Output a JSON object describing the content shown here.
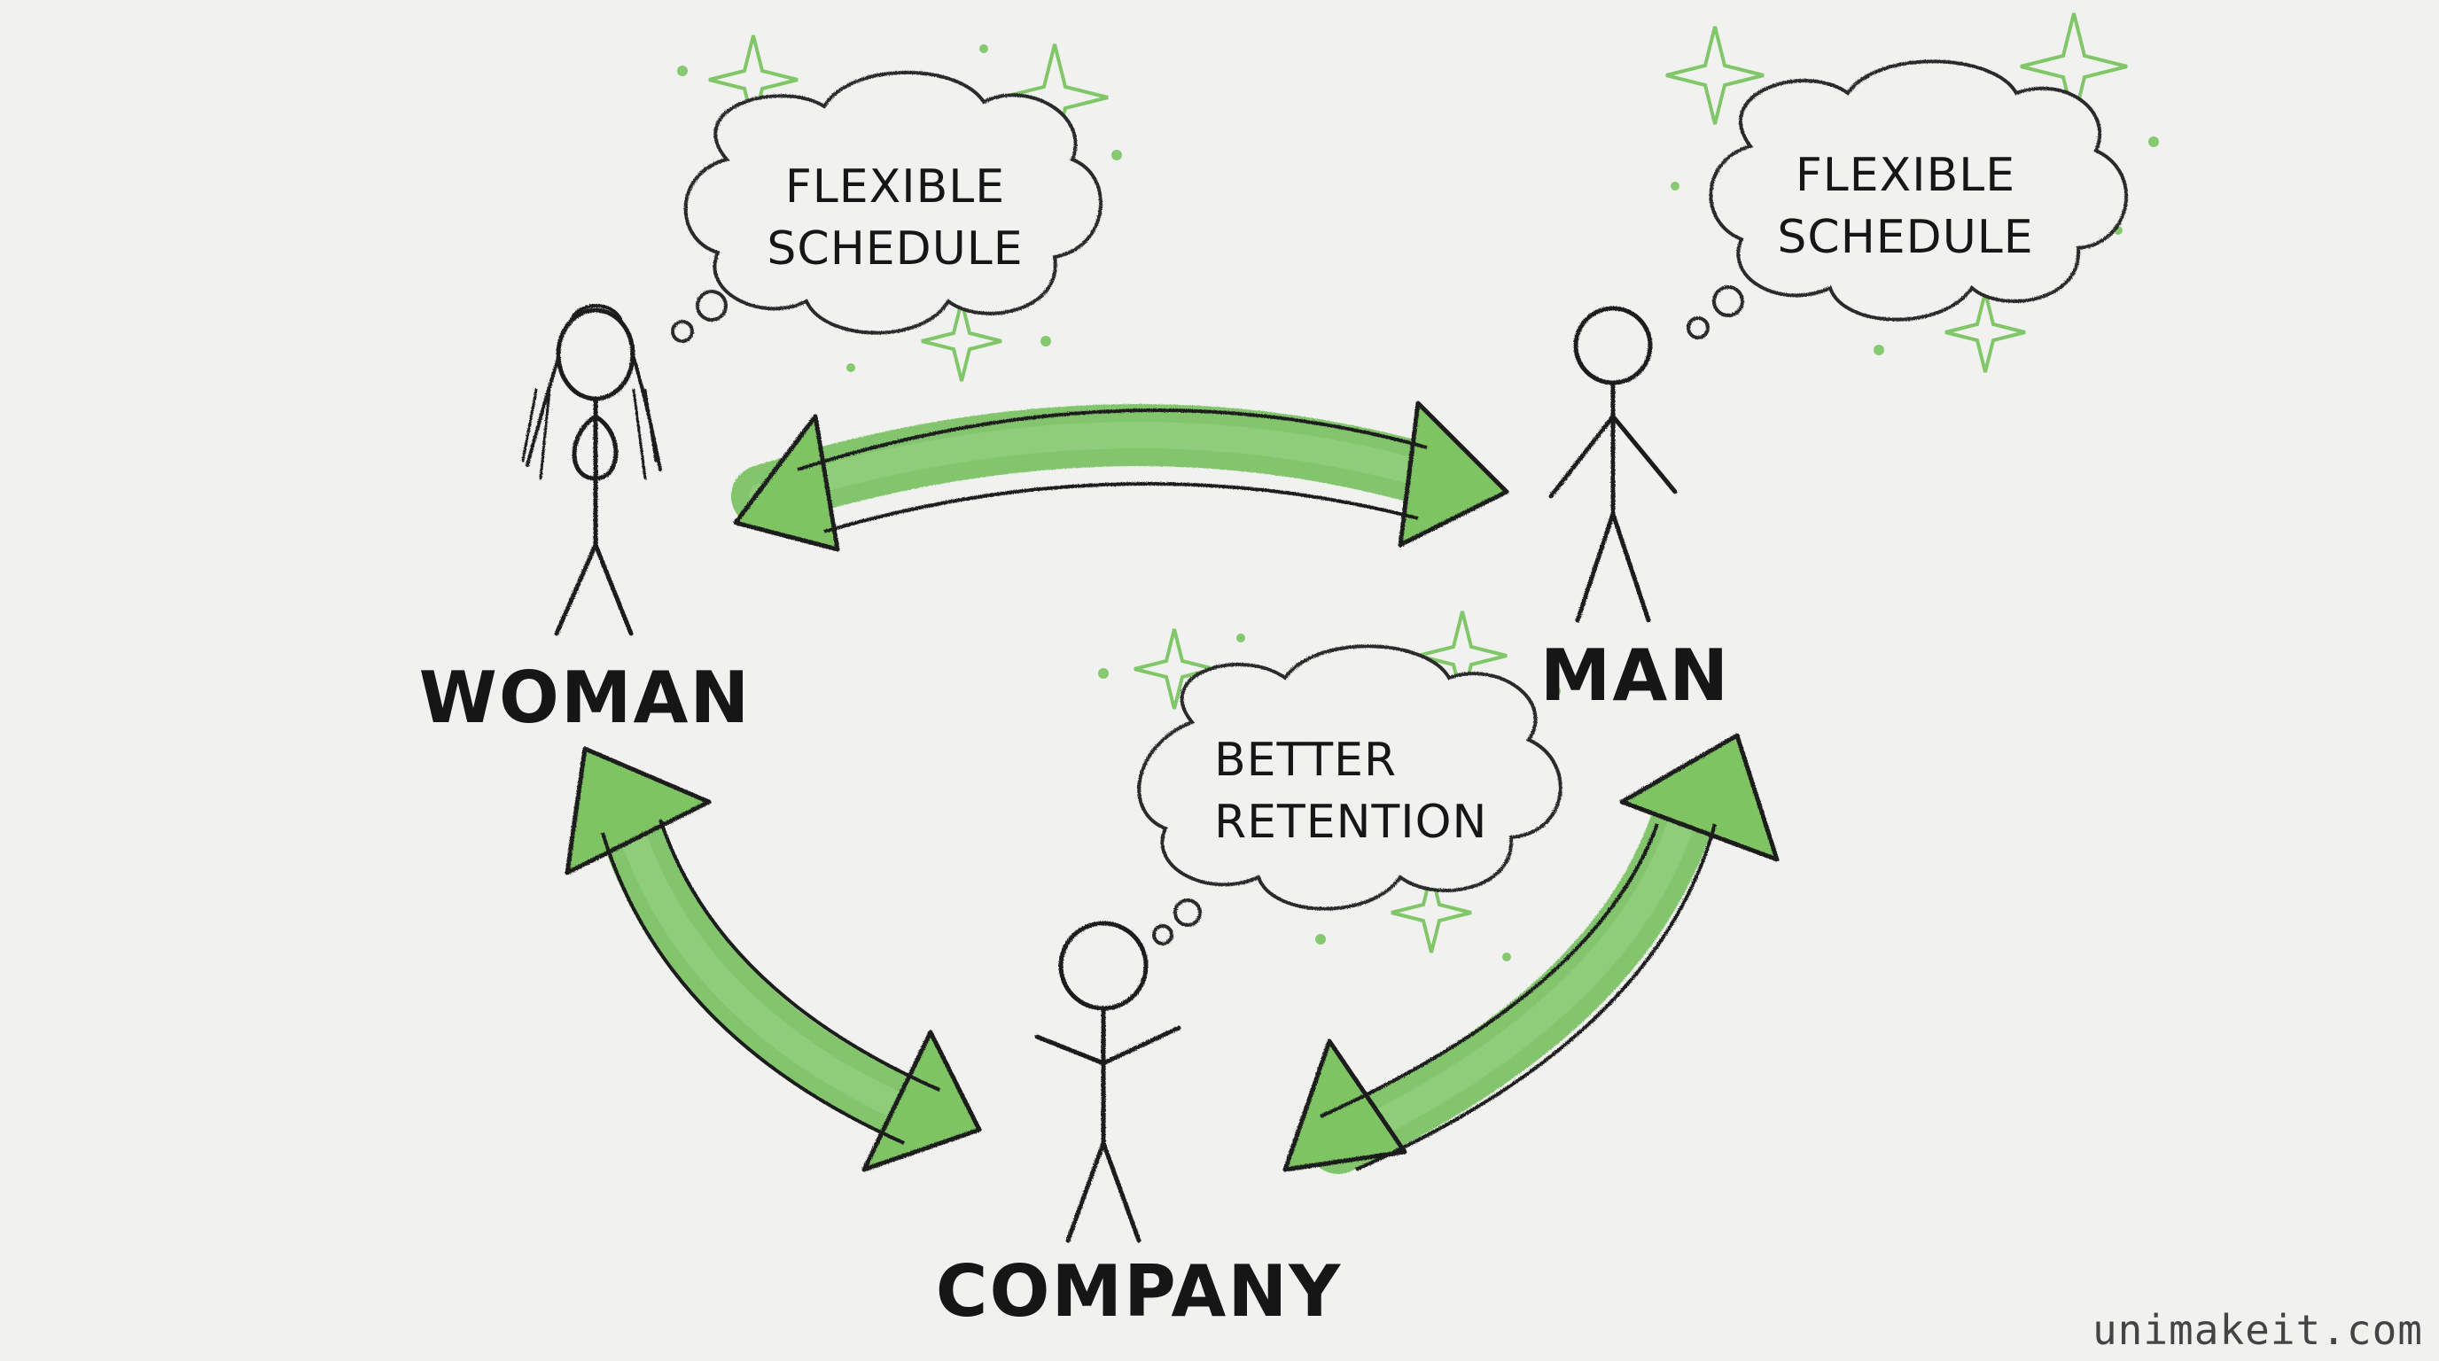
{
  "bubbles": {
    "woman": {
      "line1": "FLEXIBLE",
      "line2": "SCHEDULE"
    },
    "man": {
      "line1": "FLEXIBLE",
      "line2": "SCHEDULE"
    },
    "company": {
      "line1": "BETTER",
      "line2": "RETENTION"
    }
  },
  "labels": {
    "woman": "WOMAN",
    "man": "MAN",
    "company": "COMPANY"
  },
  "watermark": "unimakeit.com",
  "colors": {
    "paper": "#f1f2f0",
    "ink": "#161616",
    "arrow_green": "#6fbd55",
    "sparkle_green": "#74c25a"
  }
}
